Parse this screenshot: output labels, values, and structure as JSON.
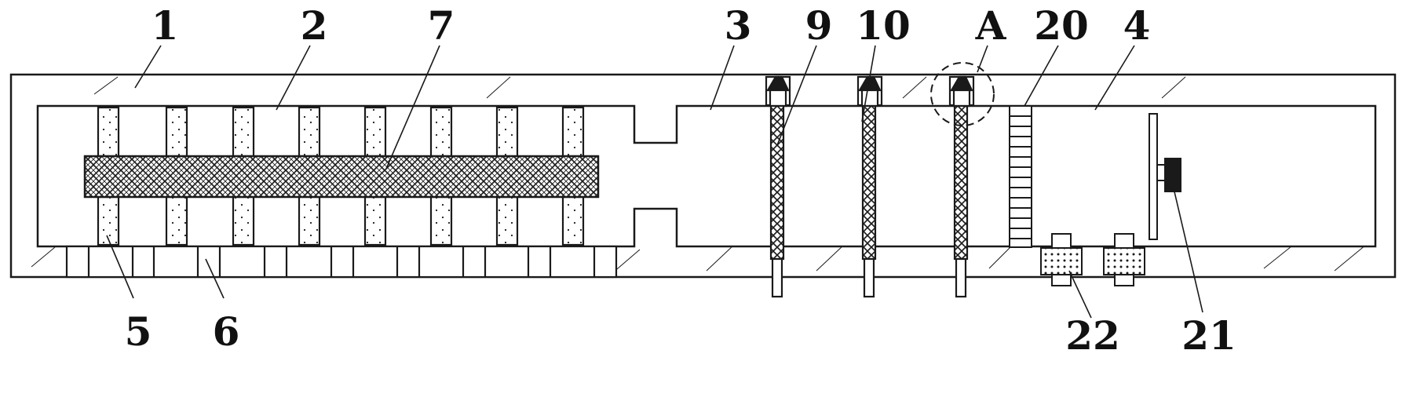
{
  "callouts": [
    {
      "id": "1",
      "label": "1"
    },
    {
      "id": "2",
      "label": "2"
    },
    {
      "id": "7",
      "label": "7"
    },
    {
      "id": "3",
      "label": "3"
    },
    {
      "id": "9",
      "label": "9"
    },
    {
      "id": "10",
      "label": "10"
    },
    {
      "id": "A",
      "label": "A"
    },
    {
      "id": "20",
      "label": "20"
    },
    {
      "id": "4",
      "label": "4"
    },
    {
      "id": "5",
      "label": "5"
    },
    {
      "id": "6",
      "label": "6"
    },
    {
      "id": "22",
      "label": "22"
    },
    {
      "id": "21",
      "label": "21"
    }
  ],
  "colors": {
    "line": "#1a1a1a",
    "fill": "#ffffff"
  }
}
